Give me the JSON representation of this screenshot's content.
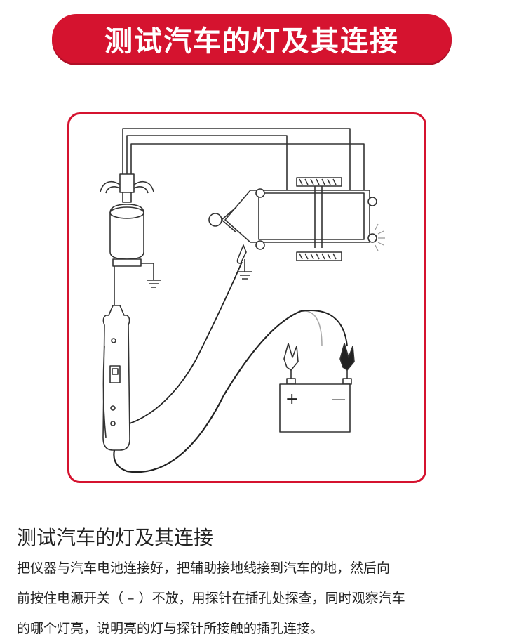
{
  "banner": {
    "title": "测试汽车的灯及其连接"
  },
  "diagram": {
    "battery_plus": "+",
    "battery_minus": "—",
    "accent_color": "#d5132f"
  },
  "section": {
    "heading": "测试汽车的灯及其连接",
    "lines": [
      "把仪器与汽车电池连接好，把辅助接地线接到汽车的地，然后向",
      "前按住电源开关（ – ）不放，用探针在插孔处探查，同时观察汽车",
      "的哪个灯亮，说明亮的灯与探针所接触的插孔连接。"
    ]
  }
}
